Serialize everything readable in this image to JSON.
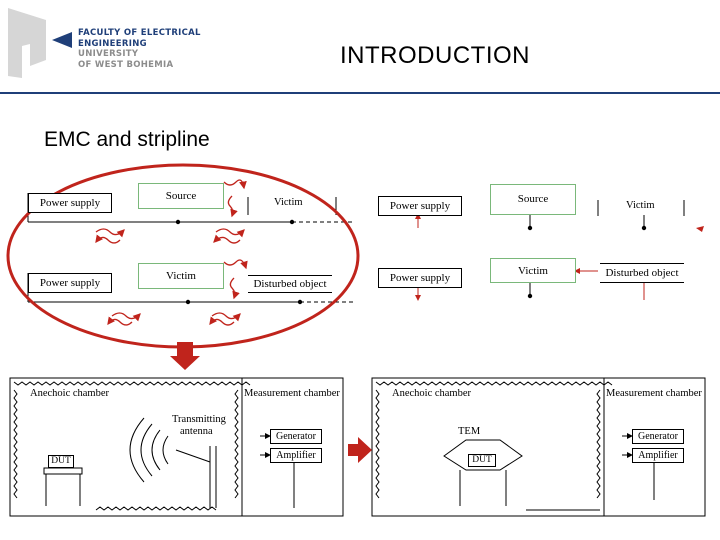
{
  "header": {
    "logo_lines": [
      "FACULTY OF ELECTRICAL",
      "ENGINEERING",
      "UNIVERSITY",
      "OF WEST BOHEMIA"
    ],
    "title": "INTRODUCTION"
  },
  "slide": {
    "subtitle": "EMC and stripline"
  },
  "diagram_left": {
    "power_supply_1": "Power supply",
    "source": "Source",
    "victim_1": "Victim",
    "power_supply_2": "Power supply",
    "victim_2": "Victim",
    "disturbed_object": "Disturbed object"
  },
  "diagram_right": {
    "power_supply_1": "Power supply",
    "source": "Source",
    "victim_1": "Victim",
    "power_supply_2": "Power supply",
    "victim_2": "Victim",
    "disturbed_object": "Disturbed object"
  },
  "chamber_left": {
    "anechoic": "Anechoic chamber",
    "measurement": "Measurement chamber",
    "antenna_line1": "Transmitting",
    "antenna_line2": "antenna",
    "generator": "Generator",
    "amplifier": "Amplifier",
    "dut": "DUT"
  },
  "chamber_right": {
    "anechoic": "Anechoic chamber",
    "measurement": "Measurement chamber",
    "tem": "TEM",
    "generator": "Generator",
    "amplifier": "Amplifier",
    "dut": "DUT"
  },
  "colors": {
    "accent_red": "#c0241c",
    "logo_blue": "#1f3f79",
    "logo_gray": "#8c8c8c",
    "source_green": "#7ab87a"
  }
}
